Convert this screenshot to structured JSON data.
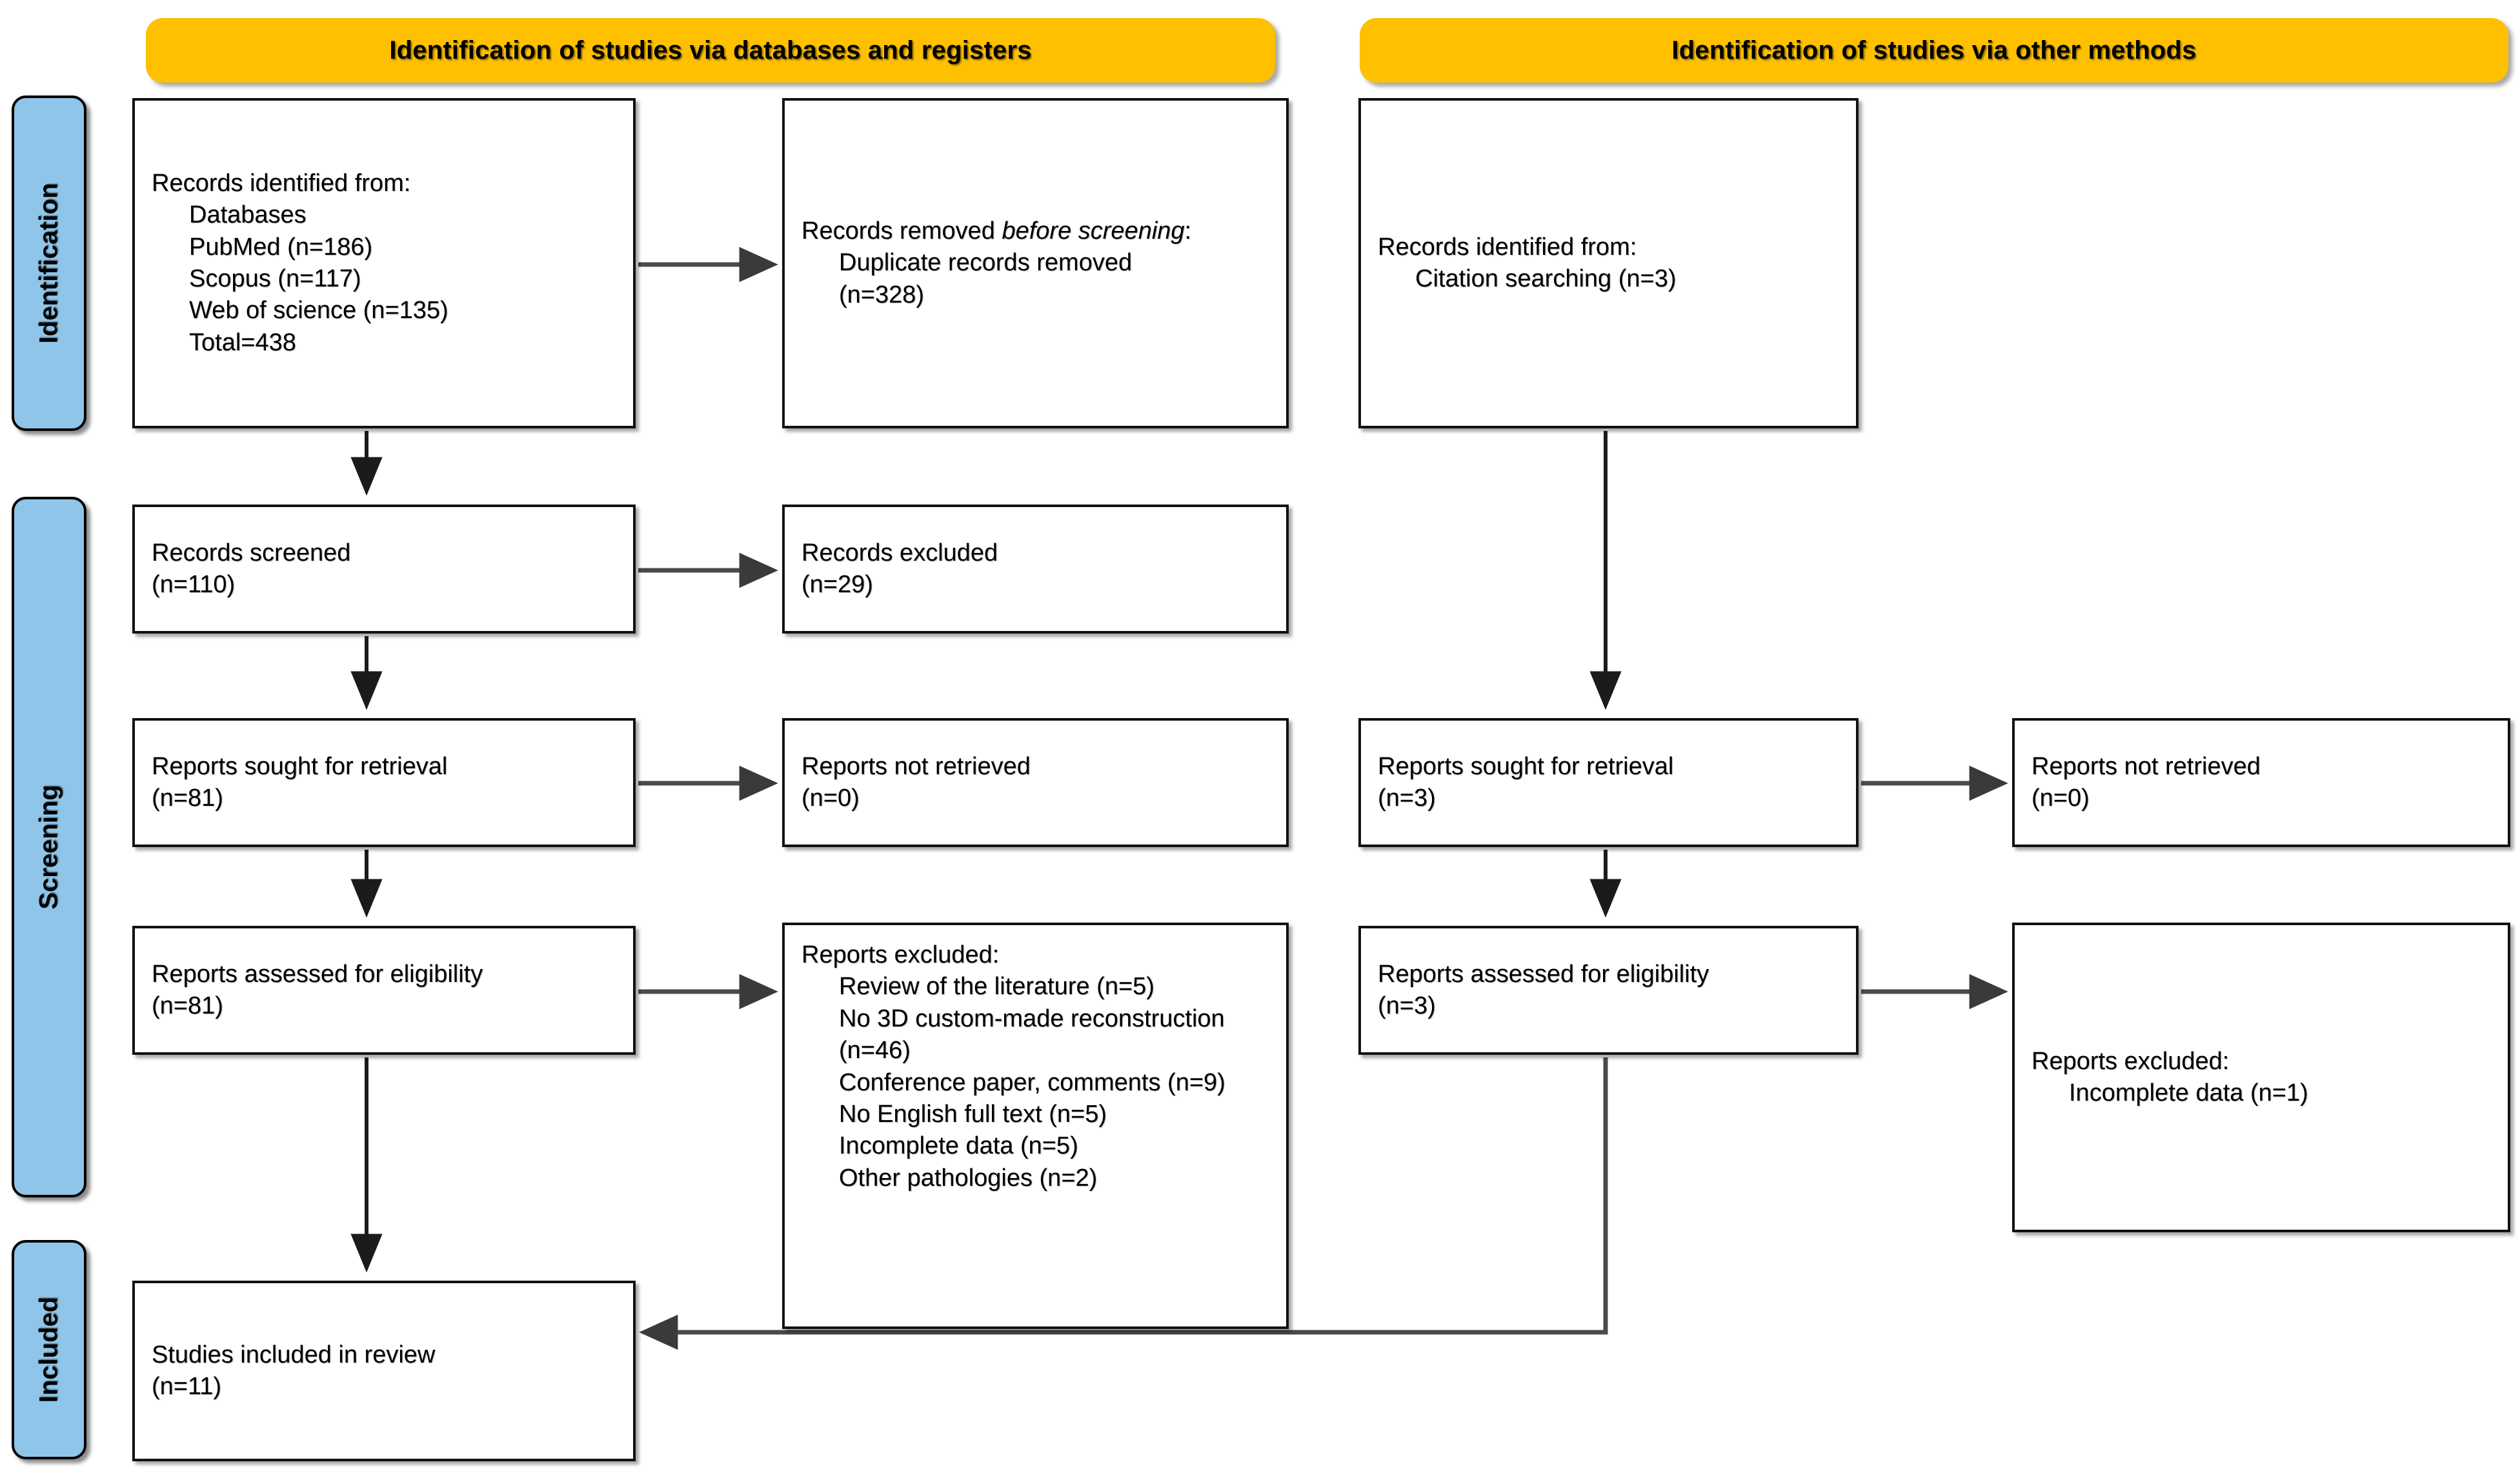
{
  "colors": {
    "banner": "#FFC000",
    "stage_label": "#8FC5E9",
    "box_border": "#111111",
    "box_fill": "#FFFFFF",
    "connector": "#555555"
  },
  "banners": {
    "left": "Identification of studies via databases and registers",
    "right": "Identification of studies via other methods"
  },
  "stages": {
    "identification": "Identification",
    "screening": "Screening",
    "included": "Included"
  },
  "databases_column": {
    "records_identified": {
      "title": "Records identified from:",
      "items": [
        "Databases",
        "PubMed (n=186)",
        "Scopus (n=117)",
        "Web of science (n=135)",
        "Total=438"
      ]
    },
    "records_removed": {
      "title_plain": "Records removed ",
      "title_italic": "before screening",
      "title_suffix": ":",
      "items": [
        "Duplicate records removed",
        "(n=328)"
      ]
    },
    "records_screened": {
      "line1": "Records screened",
      "line2": "(n=110)"
    },
    "records_excluded": {
      "line1": "Records excluded",
      "line2": "(n=29)"
    },
    "reports_sought": {
      "line1": "Reports sought for retrieval",
      "line2": "(n=81)"
    },
    "reports_not_retrieved": {
      "line1": "Reports not retrieved",
      "line2": "(n=0)"
    },
    "reports_assessed": {
      "line1": "Reports assessed for eligibility",
      "line2": "(n=81)"
    },
    "reports_excluded": {
      "title": "Reports excluded:",
      "items": [
        "Review of the literature (n=5)",
        "No 3D custom-made reconstruction (n=46)",
        "Conference paper, comments (n=9)",
        "No English full text (n=5)",
        "Incomplete data (n=5)",
        "Other pathologies (n=2)"
      ]
    },
    "studies_included": {
      "line1": "Studies included in review",
      "line2": "(n=11)"
    }
  },
  "other_methods_column": {
    "records_identified": {
      "title": "Records identified from:",
      "items": [
        "Citation searching (n=3)"
      ]
    },
    "reports_sought": {
      "line1": "Reports sought for retrieval",
      "line2": "(n=3)"
    },
    "reports_not_retrieved": {
      "line1": "Reports not retrieved",
      "line2": "(n=0)"
    },
    "reports_assessed": {
      "line1": "Reports assessed for eligibility",
      "line2": "(n=3)"
    },
    "reports_excluded": {
      "title": "Reports excluded:",
      "items": [
        "Incomplete data (n=1)"
      ]
    }
  }
}
